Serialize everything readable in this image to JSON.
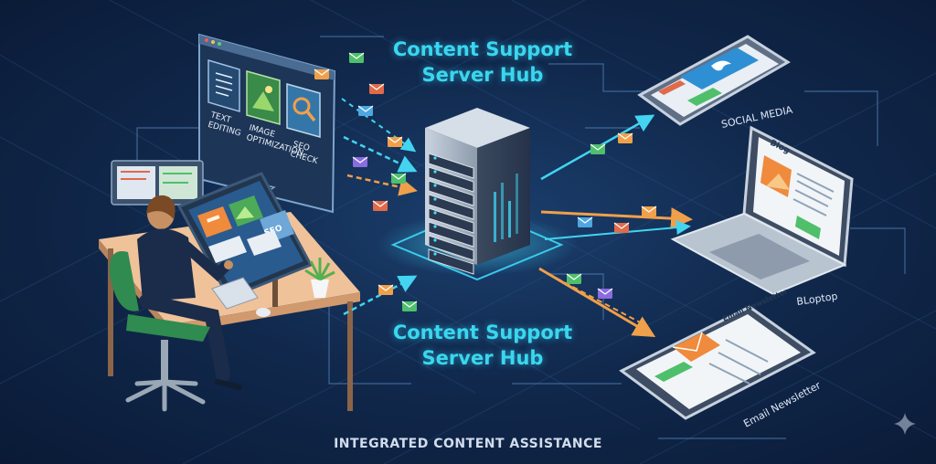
{
  "hub_title_top": [
    "Content Support",
    "Server Hub"
  ],
  "hub_title_bottom": [
    "Content Support",
    "Server Hub"
  ],
  "panel": {
    "text_editing": [
      "TEXT",
      "EDITING"
    ],
    "image_optimization": [
      "IMAGE",
      "OPTIMIZATION"
    ],
    "seo_check": [
      "SEO",
      "CHECK"
    ]
  },
  "workstation_seo": "SEO",
  "devices": {
    "social_media": "SOCIAL MEDIA",
    "laptop_screen_title": "Blog",
    "laptop": "BLoptop",
    "tablet_screen_title": "Email Newsletter",
    "email_newsletter": "Email Newsletter"
  },
  "footer": "INTEGRATED CONTENT ASSISTANCE",
  "colors": {
    "background": "#0c1e3c",
    "accent_cyan": "#39d7ef",
    "arrow_orange": "#f0a04a",
    "button_green": "#4fbf6b",
    "rack_steel": "#9fb0c4"
  }
}
